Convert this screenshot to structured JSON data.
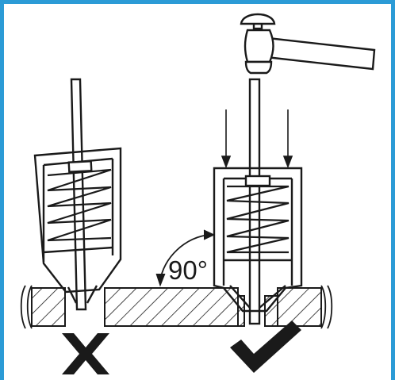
{
  "angle_label": "90°",
  "colors": {
    "frame": "#2b9bd6",
    "line": "#1a1a1a",
    "background": "#ffffff"
  },
  "left_panel": {
    "status_icon": "cross-icon",
    "status": "incorrect"
  },
  "right_panel": {
    "status_icon": "check-icon",
    "status": "correct",
    "tool_icon": "hammer-icon"
  }
}
